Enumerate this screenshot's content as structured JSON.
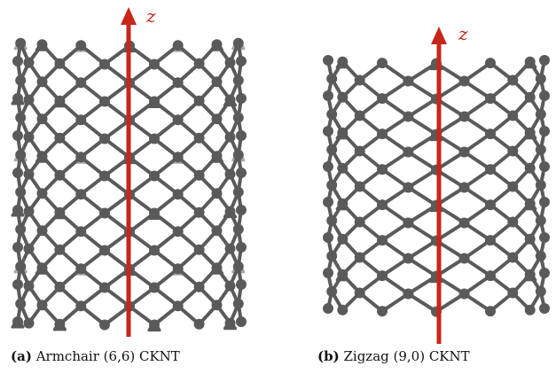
{
  "figure": {
    "panels": [
      {
        "id": "a",
        "tag": "(a)",
        "caption": "Armchair (6,6) CKNT",
        "axis_label": "z"
      },
      {
        "id": "b",
        "tag": "(b)",
        "caption": "Zigzag (9,0) CKNT",
        "axis_label": "z"
      }
    ],
    "colors": {
      "atom_front": "#5a5a5a",
      "atom_back": "#a9a9a9",
      "axis": "#c8261b"
    }
  }
}
